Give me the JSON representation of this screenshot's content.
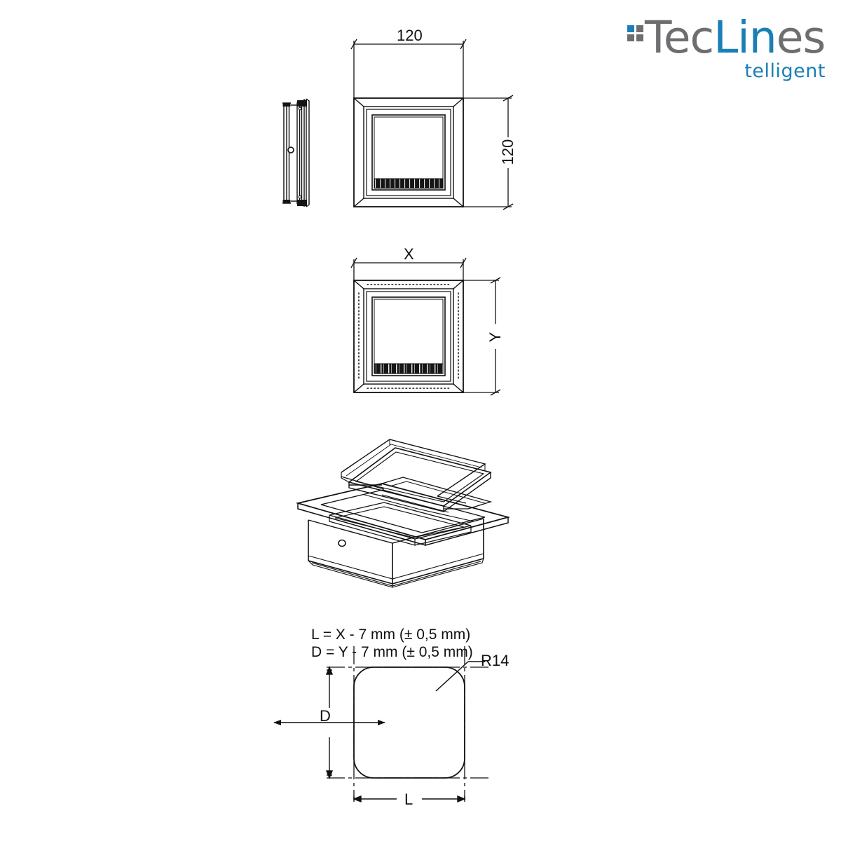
{
  "brand": {
    "name_part_grey_1": "Tec",
    "name_part_blue": "Lin",
    "name_part_grey_2": "es",
    "tagline": "telligent",
    "accent_color": "#1b7fb5",
    "grey_color": "#6d6e70",
    "grid_icon": "squares-grid-icon"
  },
  "drawing": {
    "title": "cable grommet technical drawing",
    "views": [
      {
        "id": "view-side-elevation",
        "name": "side-elevation-view"
      },
      {
        "id": "view-top-fixed",
        "name": "front-view-120x120"
      },
      {
        "id": "view-top-variable",
        "name": "front-view-variable-xy"
      },
      {
        "id": "view-isometric",
        "name": "isometric-open-lid-view"
      },
      {
        "id": "view-cutout",
        "name": "cutout-template-view"
      }
    ],
    "dimensions": {
      "fixed_width": "120",
      "fixed_height": "120",
      "variable_width": "X",
      "variable_height": "Y",
      "cutout_width": "L",
      "cutout_height": "D",
      "corner_radius": "R14"
    },
    "notes": [
      "L = X - 7 mm (± 0,5 mm)",
      "D = Y - 7 mm (± 0,5 mm)"
    ],
    "units": "mm"
  }
}
